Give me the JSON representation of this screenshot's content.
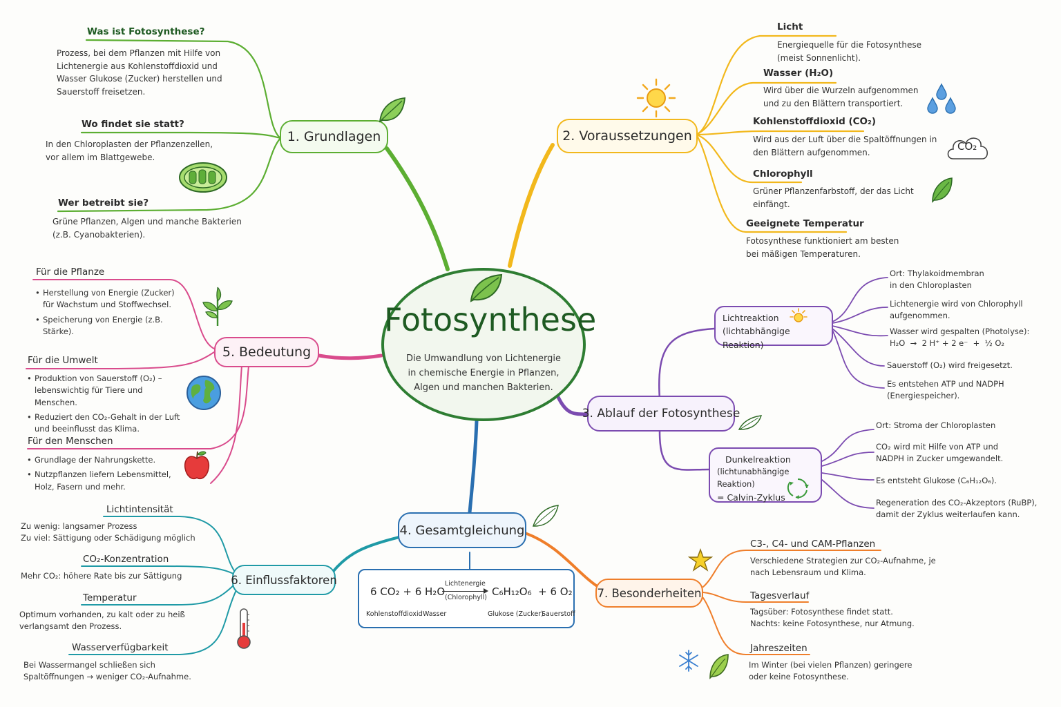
{
  "center": {
    "title": "Fotosynthese",
    "description": "Die Umwandlung von Lichtenergie in chemische Energie in Pflanzen, Algen und manchen Bakterien."
  },
  "colors": {
    "green": "#5cae32",
    "yellow": "#f2b81c",
    "purple": "#7b4bb0",
    "blue": "#2a6fb0",
    "pink": "#d94b8c",
    "teal": "#1f9aa6",
    "orange": "#ef7e2a",
    "center_border": "#2e7d32"
  },
  "grundlagen": {
    "label": "1. Grundlagen",
    "items": [
      {
        "heading": "Was ist Fotosynthese?",
        "text": "Prozess, bei dem Pflanzen mit Hilfe von Lichtenergie aus Kohlenstoffdioxid und Wasser Glukose (Zucker) herstellen und Sauerstoff freisetzen."
      },
      {
        "heading": "Wo findet sie statt?",
        "text": "In den Chloroplasten der Pflanzenzellen, vor allem im Blattgewebe."
      },
      {
        "heading": "Wer betreibt sie?",
        "text": "Grüne Pflanzen, Algen und manche Bakterien (z.B. Cyanobakterien)."
      }
    ]
  },
  "voraussetzungen": {
    "label": "2. Voraussetzungen",
    "items": [
      {
        "heading": "Licht",
        "text": "Energiequelle für die Fotosynthese (meist Sonnenlicht)."
      },
      {
        "heading": "Wasser (H₂O)",
        "text": "Wird über die Wurzeln aufgenommen und zu den Blättern transportiert."
      },
      {
        "heading": "Kohlenstoffdioxid (CO₂)",
        "text": "Wird aus der Luft über die Spaltöffnungen in den Blättern aufgenommen."
      },
      {
        "heading": "Chlorophyll",
        "text": "Grüner Pflanzenfarbstoff, der das Licht einfängt."
      },
      {
        "heading": "Geeignete Temperatur",
        "text": "Fotosynthese funktioniert am besten bei mäßigen Temperaturen."
      }
    ],
    "co2_label": "CO₂"
  },
  "ablauf": {
    "label": "3. Ablauf der Fotosynthese",
    "licht": {
      "title": "Lichtreaktion",
      "subtitle": "(lichtabhängige Reaktion)",
      "items": [
        "Ort: Thylakoidmembran in den Chloroplasten",
        "Lichtenergie wird von Chlorophyll aufgenommen.",
        "Wasser wird gespalten (Photolyse):",
        "H₂O  →  2 H⁺ + 2 e⁻  +  ½ O₂",
        "Sauerstoff (O₂) wird freigesetzt.",
        "Es entstehen ATP und NADPH (Energiespeicher)."
      ]
    },
    "dunkel": {
      "title": "Dunkelreaktion",
      "subtitle": "(lichtunabhängige Reaktion)",
      "calvin": "= Calvin-Zyklus",
      "items": [
        "Ort: Stroma der Chloroplasten",
        "CO₂ wird mit Hilfe von ATP und NADPH in Zucker umgewandelt.",
        "Es entsteht Glukose (C₆H₁₂O₆).",
        "Regeneration des CO₂-Akzeptors (RuBP), damit der Zyklus weiterlaufen kann."
      ]
    }
  },
  "gesamtgleichung": {
    "label": "4. Gesamtgleichung",
    "left": "6 CO₂ + 6 H₂O",
    "arrow_top": "Lichtenergie",
    "arrow_bottom": "(Chlorophyll)",
    "right": "C₆H₁₂O₆  + 6 O₂",
    "names": [
      "Kohlenstoffdioxid",
      "Wasser",
      "Glukose (Zucker)",
      "Sauerstoff"
    ]
  },
  "bedeutung": {
    "label": "5. Bedeutung",
    "groups": [
      {
        "heading": "Für die Pflanze",
        "items": [
          "Herstellung von Energie (Zucker) für Wachstum und Stoffwechsel.",
          "Speicherung von Energie (z.B. Stärke)."
        ]
      },
      {
        "heading": "Für die Umwelt",
        "items": [
          "Produktion von Sauerstoff (O₂) – lebenswichtig für Tiere und Menschen.",
          "Reduziert den CO₂-Gehalt in der Luft und beeinflusst das Klima."
        ]
      },
      {
        "heading": "Für den Menschen",
        "items": [
          "Grundlage der Nahrungskette.",
          "Nutzpflanzen liefern Lebensmittel, Holz, Fasern und mehr."
        ]
      }
    ]
  },
  "einflussfaktoren": {
    "label": "6. Einflussfaktoren",
    "items": [
      {
        "heading": "Lichtintensität",
        "text": "Zu wenig: langsamer Prozess\nZu viel: Sättigung oder Schädigung möglich"
      },
      {
        "heading": "CO₂-Konzentration",
        "text": "Mehr CO₂: höhere Rate bis zur Sättigung"
      },
      {
        "heading": "Temperatur",
        "text": "Optimum vorhanden, zu kalt oder zu heiß verlangsamt den Prozess."
      },
      {
        "heading": "Wasserverfügbarkeit",
        "text": "Bei Wassermangel schließen sich Spaltöffnungen → weniger CO₂-Aufnahme."
      }
    ]
  },
  "besonderheiten": {
    "label": "7. Besonderheiten",
    "items": [
      {
        "heading": "C3-, C4- und CAM-Pflanzen",
        "text": "Verschiedene Strategien zur CO₂-Aufnahme, je nach Lebensraum und Klima."
      },
      {
        "heading": "Tagesverlauf",
        "text": "Tagsüber: Fotosynthese findet statt.\nNachts: keine Fotosynthese, nur Atmung."
      },
      {
        "heading": "Jahreszeiten",
        "text": "Im Winter (bei vielen Pflanzen) geringere oder keine Fotosynthese."
      }
    ]
  }
}
